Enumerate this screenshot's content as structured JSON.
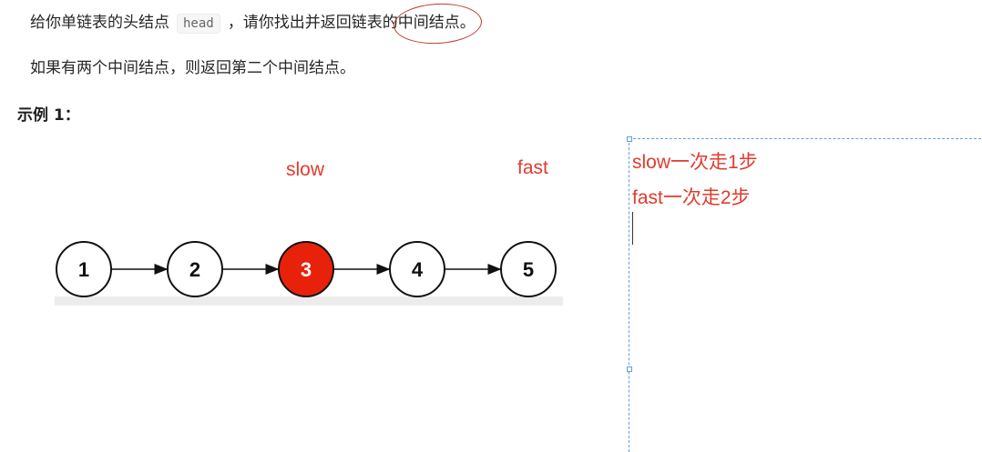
{
  "problem": {
    "para1_before": "给你单链表的头结点",
    "code": "head",
    "para1_middle": "，请你找出并返回链表的",
    "para1_circled": "中间结点",
    "para1_end": "。",
    "para2": "如果有两个中间结点，则返回第二个中间结点。",
    "example_title": "示例 1："
  },
  "diagram": {
    "nodes": [
      "1",
      "2",
      "3",
      "4",
      "5"
    ],
    "highlighted_node": "3",
    "highlight_color": "#e8210b",
    "slow_label": "slow",
    "fast_label": "fast"
  },
  "textbox": {
    "line1": "slow一次走1步",
    "line2": "fast一次走2步"
  },
  "colors": {
    "annotation": "#e13b2d",
    "selection_border": "#6a9bd8"
  }
}
